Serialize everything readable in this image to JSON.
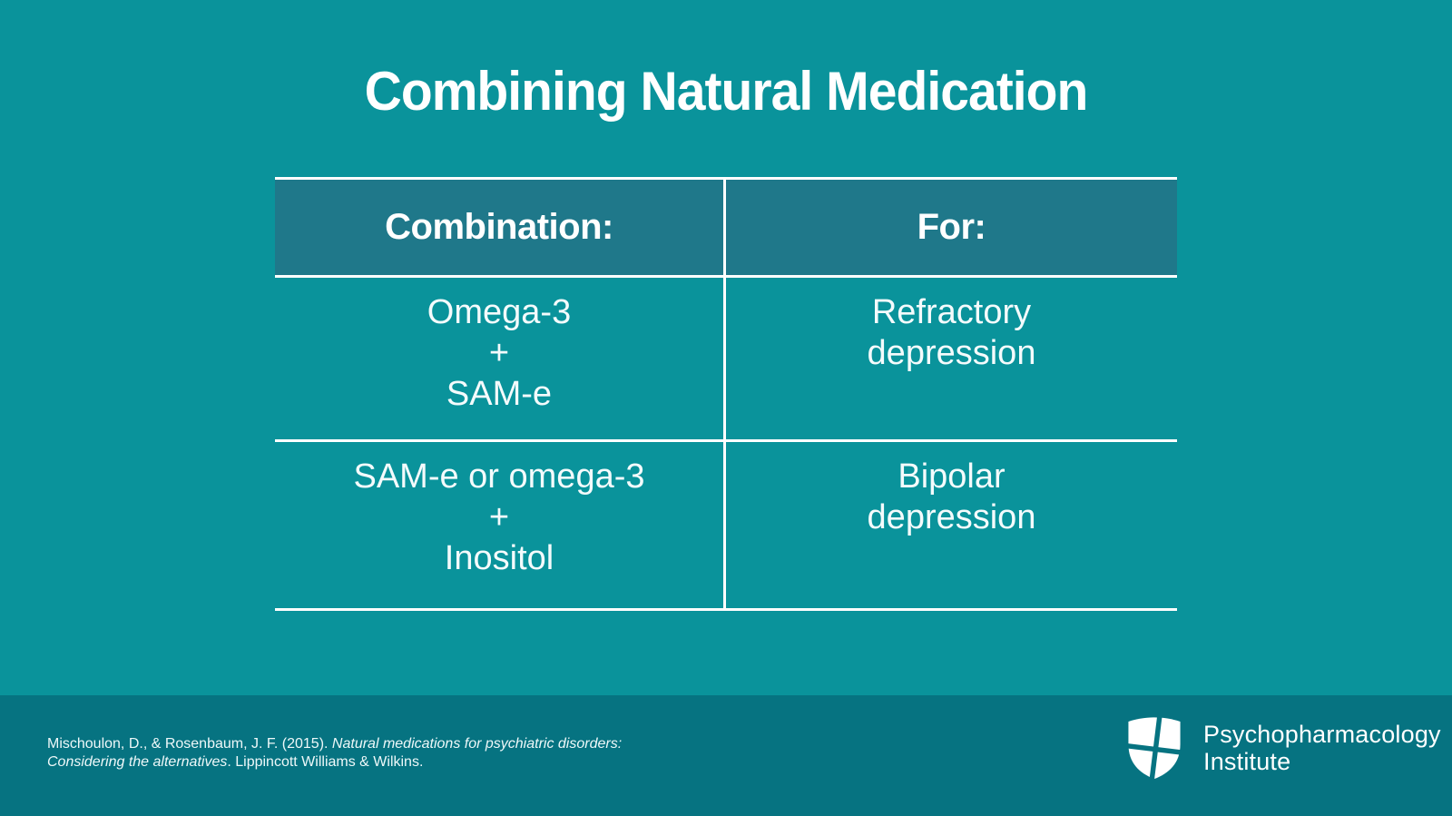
{
  "slide": {
    "title": "Combining Natural Medication",
    "table": {
      "headers": [
        "Combination:",
        "For:"
      ],
      "rows": [
        {
          "combination": [
            "Omega-3",
            "+",
            "SAM-e"
          ],
          "for": [
            "Refractory",
            "depression"
          ]
        },
        {
          "combination": [
            "SAM-e or omega-3",
            "+",
            "Inositol"
          ],
          "for": [
            "Bipolar",
            "depression"
          ]
        }
      ]
    },
    "footer": {
      "citation": {
        "line1_regular": "Mischoulon, D., & Rosenbaum, J. F. (2015). ",
        "line1_italic": "Natural medications for psychiatric disorders:",
        "line2_italic": "Considering the alternatives",
        "line2_regular": ". Lippincott Williams & Wilkins."
      },
      "brand": {
        "logo_icon": "shield-cross-icon",
        "name_line1": "Psychopharmacology",
        "name_line2": "Institute"
      }
    },
    "colors": {
      "background": "#0a939b",
      "table_header_background": "#1f788a",
      "footer_background": "#067381",
      "rule_white": "#ffffff",
      "text_white": "#ffffff"
    }
  }
}
